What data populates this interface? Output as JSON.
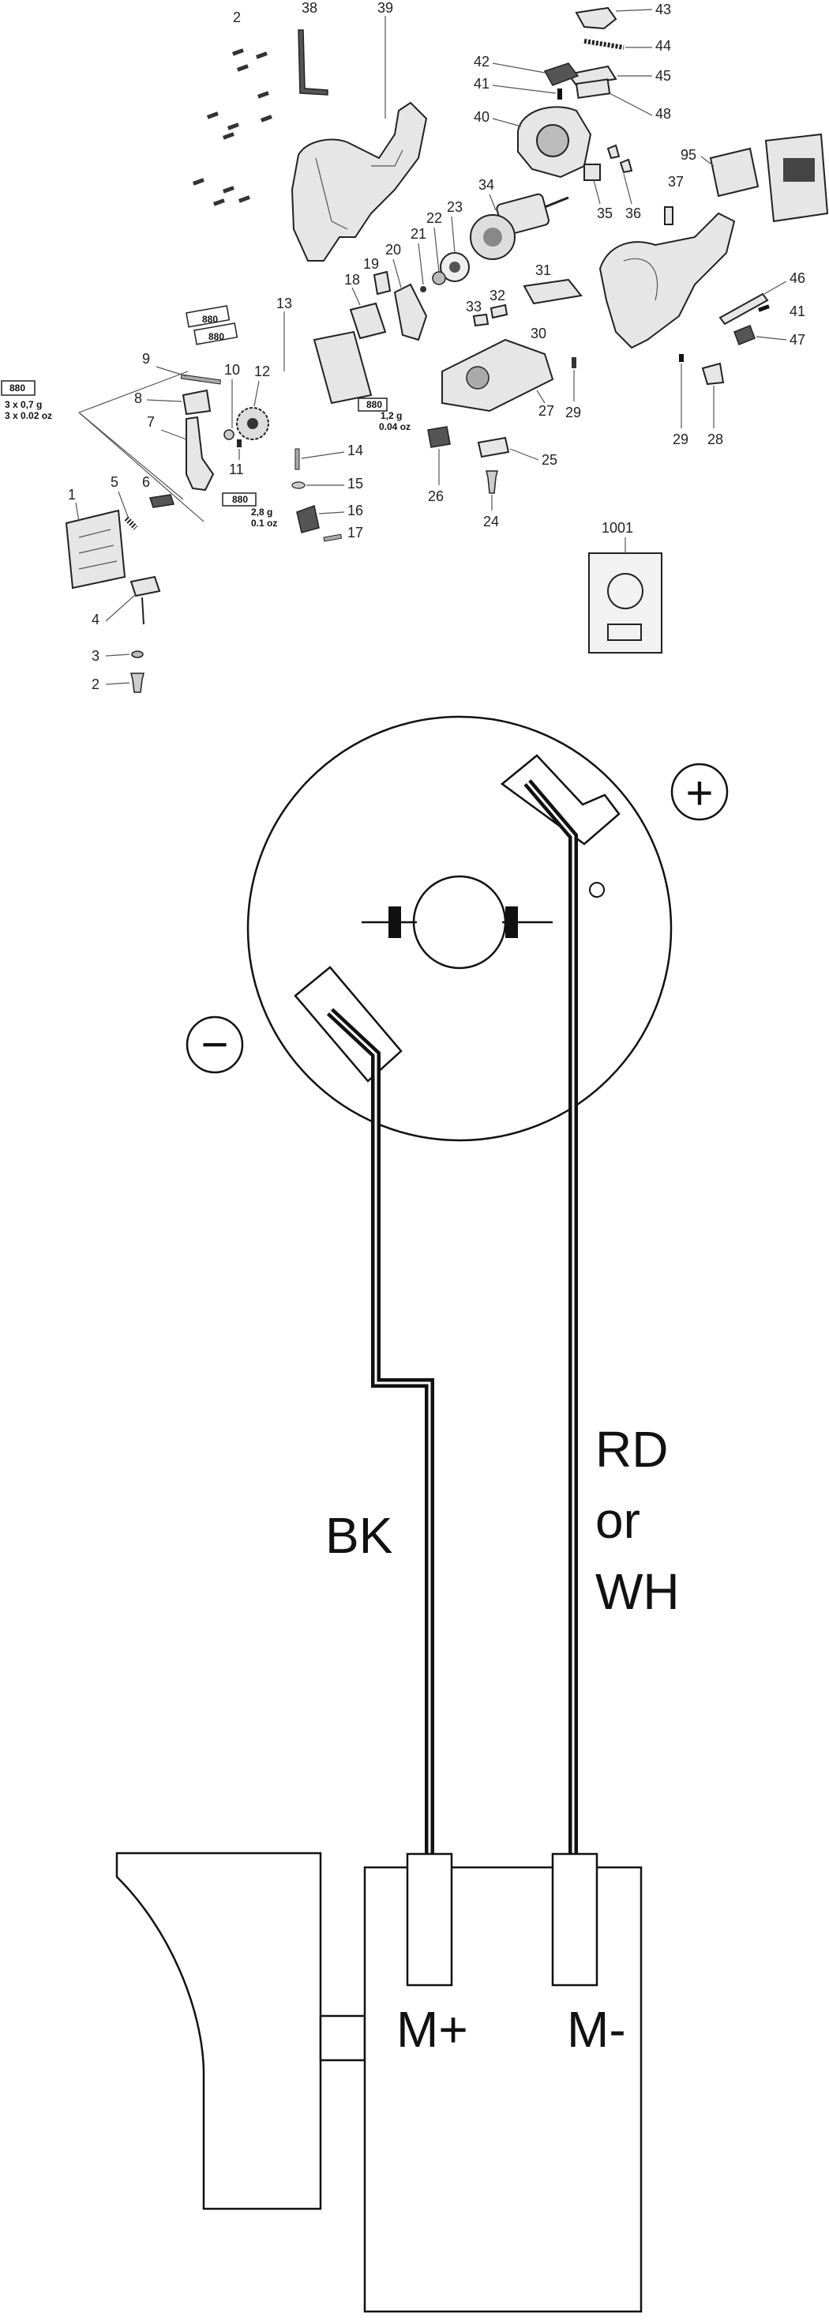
{
  "exploded_view": {
    "part_numbers": [
      "1",
      "2",
      "3",
      "4",
      "5",
      "6",
      "7",
      "8",
      "9",
      "10",
      "11",
      "12",
      "13",
      "14",
      "15",
      "16",
      "17",
      "18",
      "19",
      "20",
      "21",
      "22",
      "23",
      "24",
      "25",
      "26",
      "27",
      "28",
      "29",
      "30",
      "31",
      "32",
      "33",
      "34",
      "35",
      "36",
      "37",
      "38",
      "39",
      "40",
      "41",
      "42",
      "43",
      "44",
      "45",
      "46",
      "47",
      "48",
      "95",
      "1001"
    ],
    "labels": {
      "n1": "1",
      "n2a": "2",
      "n2b": "2",
      "n3": "3",
      "n4": "4",
      "n5": "5",
      "n6": "6",
      "n7": "7",
      "n8": "8",
      "n9": "9",
      "n10": "10",
      "n11": "11",
      "n12": "12",
      "n13": "13",
      "n14": "14",
      "n15": "15",
      "n16": "16",
      "n17": "17",
      "n18": "18",
      "n19": "19",
      "n20": "20",
      "n21": "21",
      "n22": "22",
      "n23": "23",
      "n24": "24",
      "n25": "25",
      "n26": "26",
      "n27": "27",
      "n28": "28",
      "n29a": "29",
      "n29b": "29",
      "n30": "30",
      "n31": "31",
      "n32": "32",
      "n33": "33",
      "n34": "34",
      "n35": "35",
      "n36": "36",
      "n37": "37",
      "n38": "38",
      "n39": "39",
      "n40": "40",
      "n41a": "41",
      "n41b": "41",
      "n42": "42",
      "n43": "43",
      "n44": "44",
      "n45": "45",
      "n46": "46",
      "n47": "47",
      "n48": "48",
      "n95": "95",
      "n1001": "1001"
    },
    "grease_tag": "880",
    "grease_main_g": "3 x 0,7 g",
    "grease_main_oz": "3 x 0.02 oz",
    "grease_mid_g": "1,2 g",
    "grease_mid_oz": "0.04 oz",
    "grease_low_g": "2,8 g",
    "grease_low_oz": "0.1 oz"
  },
  "wiring": {
    "plus_symbol": "+",
    "minus_symbol": "−",
    "wire_left_label": "BK",
    "wire_right_label_line1": "RD",
    "wire_right_label_line2": "or",
    "wire_right_label_line3": "WH",
    "terminal_left_label": "M+",
    "terminal_right_label": "M-"
  }
}
